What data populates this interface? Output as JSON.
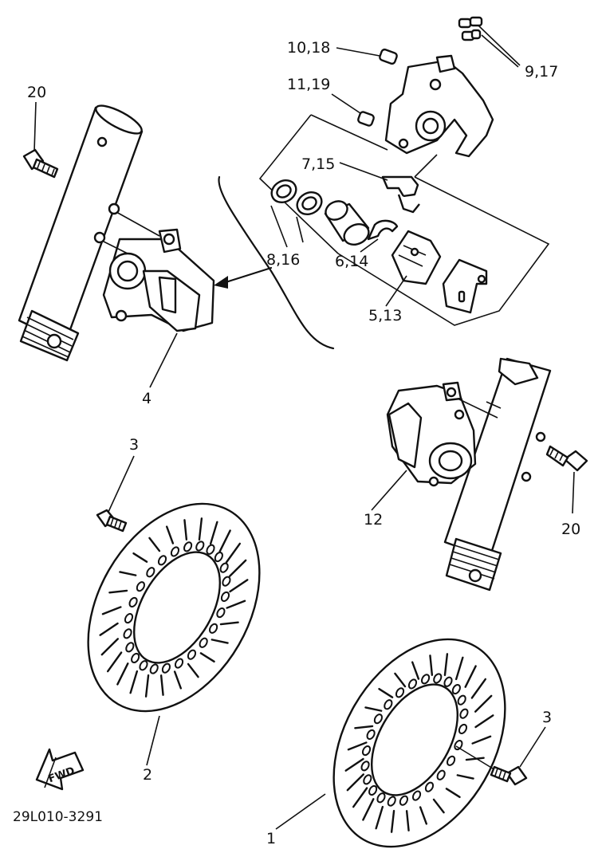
{
  "diagram": {
    "callouts": {
      "c1": "1",
      "c2": "2",
      "c3a": "3",
      "c3b": "3",
      "c4": "4",
      "c5_13": "5,13",
      "c6_14": "6,14",
      "c7_15": "7,15",
      "c8_16": "8,16",
      "c9_17": "9,17",
      "c10_18": "10,18",
      "c11_19": "11,19",
      "c12": "12",
      "c20a": "20",
      "c20b": "20"
    },
    "fwd_label": "FWD",
    "drawing_code": "29L010-3291"
  }
}
